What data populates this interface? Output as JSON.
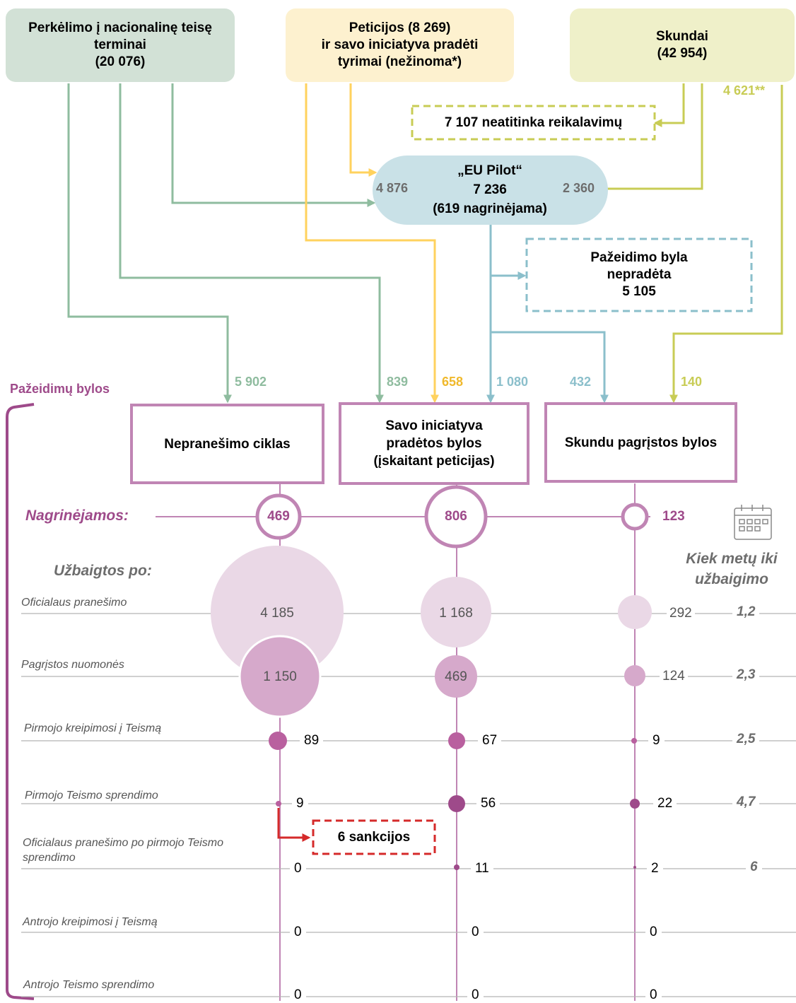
{
  "colors": {
    "green": "#8fbc9f",
    "green_fill": "#d2e1d6",
    "yellow": "#ffd25e",
    "yellow_fill": "#fdf1cf",
    "olive": "#c8cc55",
    "olive_fill": "#eff0c9",
    "blue": "#8bbfcb",
    "blue_fill": "#c9e1e7",
    "purple": "#c085b4",
    "purple_dark": "#9e4a8a",
    "bubble_light": "#ead8e6",
    "bubble_mid": "#d6a9cb",
    "dot": "#b9609f",
    "red": "#d52a2a"
  },
  "sources": {
    "transposition": "Perkėlimo į nacionalinę teisę terminai\n(20 076)",
    "petitions": "Peticijos (8 269)\nir savo iniciatyva pradėti tyrimai (nežinoma*)",
    "complaints": "Skundai\n(42 954)"
  },
  "flow_labels": {
    "complaints_extra": "4 621**",
    "not_meeting": "7 107 neatitinka reikalavimų",
    "eupilot_title": "„EU Pilot“",
    "eupilot_total": "7 236",
    "eupilot_pending": "(619 nagrinėjama)",
    "eupilot_left": "4 876",
    "eupilot_right": "2 360",
    "no_infringement": "Pažeidimo byla\nnepradėta\n5 105",
    "to_nonnotif": "5 902",
    "to_own_green": "839",
    "to_own_yellow": "658",
    "to_own_blue": "1 080",
    "to_complaint_blue": "432",
    "to_complaint_olive": "140"
  },
  "infringements_title": "Pažeidimų bylos",
  "columns": {
    "nonnotif": "Nepranešimo ciklas",
    "own": "Savo iniciatyva pradėtos bylos (įskaitant peticijas)",
    "complaint": "Skundu pagrįstos bylos"
  },
  "pending_label": "Nagrinėjamos:",
  "pending": {
    "nonnotif": "469",
    "own": "806",
    "complaint": "123"
  },
  "closed_label": "Užbaigtos po:",
  "years_header": "Kiek metų iki užbaigimo",
  "calendar": "calendar-icon",
  "sanctions": "6 sankcijos",
  "chart_data": {
    "type": "table",
    "columns": [
      "Nepranešimo ciklas",
      "Savo iniciatyva pradėtos bylos (įskaitant peticijas)",
      "Skundu pagrįstos bylos"
    ],
    "rows": [
      {
        "label": "Oficialaus pranešimo",
        "values": [
          "4 185",
          "1 168",
          "292"
        ],
        "years": "1,2"
      },
      {
        "label": "Pagrįstos nuomonės",
        "values": [
          "1 150",
          "469",
          "124"
        ],
        "years": "2,3"
      },
      {
        "label": "Pirmojo kreipimosi į Teismą",
        "values": [
          "89",
          "67",
          "9"
        ],
        "years": "2,5"
      },
      {
        "label": "Pirmojo Teismo sprendimo",
        "values": [
          "9",
          "56",
          "22"
        ],
        "years": "4,7"
      },
      {
        "label": "Oficialaus pranešimo po pirmojo Teismo sprendimo",
        "values": [
          "0",
          "11",
          "2"
        ],
        "years": "6"
      },
      {
        "label": "Antrojo kreipimosi į Teismą",
        "values": [
          "0",
          "0",
          "0"
        ],
        "years": ""
      },
      {
        "label": "Antrojo Teismo sprendimo",
        "values": [
          "0",
          "0",
          "0"
        ],
        "years": ""
      }
    ]
  }
}
